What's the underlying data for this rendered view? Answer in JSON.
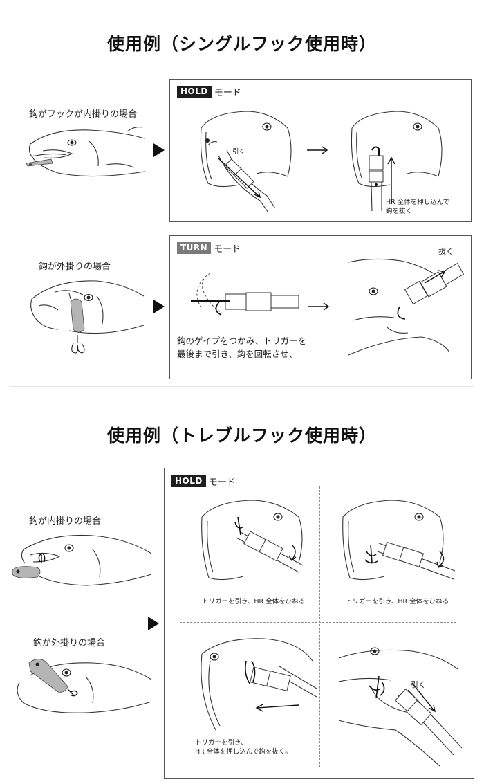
{
  "section1": {
    "title": "使用例（シングルフック使用時）",
    "case_inner": "鈎がフックが内掛りの場合",
    "case_outer": "鈎が外掛りの場合",
    "hold_panel": {
      "badge": "HOLD",
      "mode": "モード",
      "pull_label": "引く",
      "push_note_line1": "HR 全体を押し込んで",
      "push_note_line2": "鈎を抜く"
    },
    "turn_panel": {
      "badge": "TURN",
      "mode": "モード",
      "pull_label": "抜く",
      "instruction_line1": "鈎のゲイプをつかみ、トリガーを",
      "instruction_line2": "最後まで引き、鈎を回転させ、"
    }
  },
  "section2": {
    "title": "使用例（トレブルフック使用時）",
    "case_inner": "鈎が内掛りの場合",
    "case_outer": "鈎が外掛りの場合",
    "hold_panel": {
      "badge": "HOLD",
      "mode": "モード",
      "note_tl": "トリガーを引き、HR 全体をひねる",
      "note_tr": "トリガーを引き、HR 全体をひねる",
      "note_bl_line1": "トリガーを引き、",
      "note_bl_line2": "HR 全体を押し込んで鈎を抜く。",
      "pull_label": "引く"
    }
  },
  "colors": {
    "ink": "#222222",
    "badge_dark": "#1e1e1e",
    "badge_gray": "#7a7a7a",
    "lure": "#b5b5b5"
  }
}
